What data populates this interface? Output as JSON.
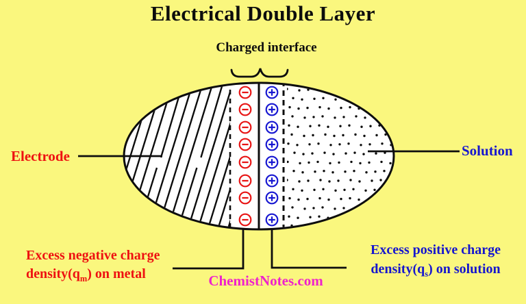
{
  "title": "Electrical Double Layer",
  "interface": {
    "label": "Charged interface"
  },
  "labels": {
    "electrode": "Electrode",
    "solution": "Solution"
  },
  "captions": {
    "negative": {
      "line1": "Excess negative charge",
      "line2_prefix": "density(q",
      "sub": "m",
      "line2_suffix": ") on metal"
    },
    "positive": {
      "line1": "Excess positive charge",
      "line2_prefix": "density(q",
      "sub": "s",
      "line2_suffix": ") on solution"
    }
  },
  "watermark": "ChemistNotes.com",
  "figure": {
    "electrode_region_fill": "diagonal-hatching",
    "solution_region_fill": "dotted",
    "negative_charges": {
      "symbol": "minus-in-circle",
      "count": 8,
      "color": "#e81414"
    },
    "positive_charges": {
      "symbol": "plus-in-circle",
      "count": 8,
      "color": "#1717d1"
    }
  },
  "colors": {
    "background": "#faf77e",
    "red": "#ee1111",
    "blue": "#1616cf",
    "magenta": "#ee22cc",
    "ink": "#0d0d0d"
  }
}
